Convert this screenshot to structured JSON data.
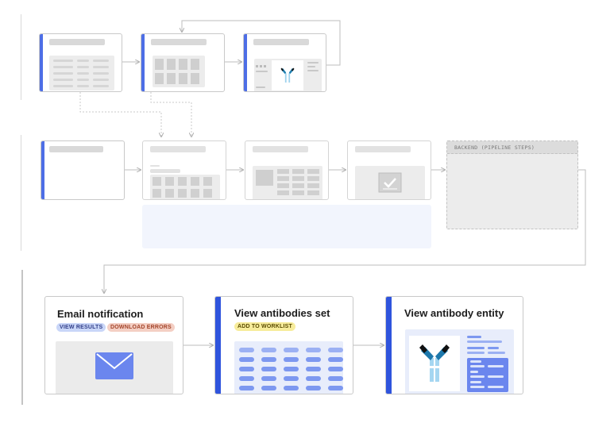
{
  "colors": {
    "accent": "#2f54dd",
    "accent_soft": "#4d6ee6",
    "tag_blue_bg": "#c9d6f8",
    "tag_red_bg": "#f4cfc4",
    "tag_yellow_bg": "#f7ec9b",
    "backend_bg": "#ececec"
  },
  "backend": {
    "label": "BACKEND (PIPELINE STEPS)"
  },
  "email_card": {
    "title": "Email notification",
    "tags": [
      "VIEW RESULTS",
      "DOWNLOAD ERRORS"
    ],
    "icon": "envelope-icon"
  },
  "set_card": {
    "title": "View antibodies set",
    "tags": [
      "ADD TO WORKLIST"
    ]
  },
  "entity_card": {
    "title": "View antibody entity",
    "icon": "antibody-icon"
  }
}
